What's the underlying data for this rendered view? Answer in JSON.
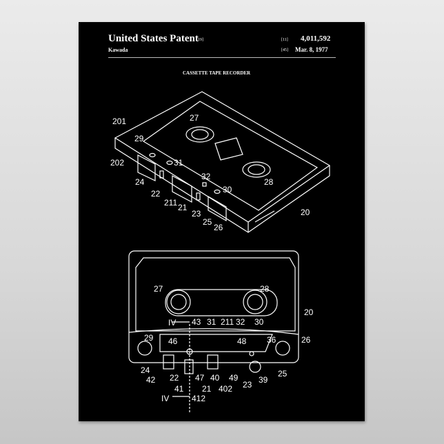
{
  "header": {
    "title": "United States Patent",
    "title_code": "[19]",
    "inventor": "Kawada",
    "number_code": "[11]",
    "patent_number": "4,011,592",
    "date_code": "[45]",
    "date": "Mar. 8, 1977",
    "invention_title": "CASSETTE TAPE RECORDER"
  },
  "figure_top_labels": [
    "201",
    "202",
    "29",
    "27",
    "24",
    "22",
    "31",
    "211",
    "21",
    "32",
    "30",
    "28",
    "23",
    "25",
    "26",
    "20"
  ],
  "figure_bottom_labels": [
    "27",
    "28",
    "20",
    "IV",
    "43",
    "31",
    "211",
    "32",
    "30",
    "29",
    "46",
    "48",
    "36",
    "26",
    "24",
    "42",
    "22",
    "47",
    "40",
    "49",
    "23",
    "39",
    "25",
    "41",
    "21",
    "402",
    "IV",
    "412"
  ],
  "colors": {
    "poster": "#000000",
    "ink": "#ffffff",
    "wall": "#e4e4e4"
  }
}
